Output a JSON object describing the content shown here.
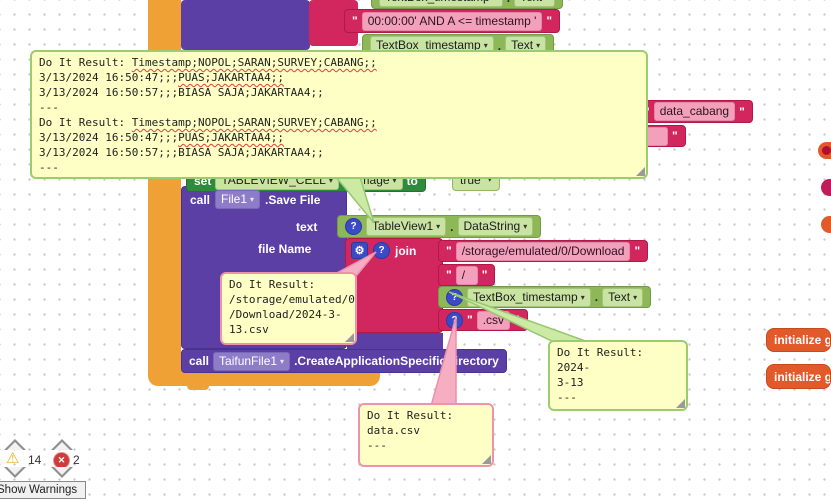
{
  "glyphs": {
    "quote": "\"",
    "dot": ".",
    "dd": "▾",
    "gear": "⚙",
    "help": "?",
    "warning": "⚠",
    "error": "✕",
    "empty": ""
  },
  "blocks": {
    "getter_top_a": {
      "component": "TextBox_timestamp",
      "property": "Text"
    },
    "text_condition": {
      "value": "00:00:00' AND A <= timestamp '"
    },
    "getter_top_b": {
      "component": "TextBox_timestamp",
      "property": "Text"
    },
    "set_tableview": {
      "set_label": "set",
      "component": "TABLEVIEW_CELL",
      "property": "Image",
      "to_label": "to",
      "value": "true"
    },
    "call_savefile": {
      "call_label": "call",
      "component": "File1",
      "method": ".Save File",
      "socket_text": "text",
      "socket_filename": "file Name"
    },
    "getter_tableview": {
      "component": "TableView1",
      "property": "DataString"
    },
    "join": {
      "label": "join"
    },
    "text_download": {
      "value": "/storage/emulated/0/Download"
    },
    "text_slash": {
      "value": "/"
    },
    "getter_textbox": {
      "component": "TextBox_timestamp",
      "property": "Text"
    },
    "text_csv": {
      "value": ".csv"
    },
    "call_taifun": {
      "call_label": "call",
      "component": "TaifunFile1",
      "method": ".CreateApplicationSpecificDirectory"
    },
    "text_data_cabang": {
      "value": "data_cabang"
    },
    "init_global_a": {
      "label": "initialize gl"
    },
    "init_global_b": {
      "label": "initialize gl"
    }
  },
  "tooltips": {
    "results_big": {
      "lines": [
        {
          "pre": "Do It Result: ",
          "wavy": "Timestamp;NOPOL;SARAN;SURVEY;CABANG;;"
        },
        {
          "pre": "3/13/2024 16:50:47;;;",
          "wavy": "PUAS;JAKARTAA4;;"
        },
        {
          "pre": "3/13/2024 16:50:57;;;BIASA SAJA;JAKARTAA4;;",
          "wavy": ""
        },
        {
          "pre": "---",
          "wavy": ""
        },
        {
          "pre": "Do It Result: ",
          "wavy": "Timestamp;NOPOL;SARAN;SURVEY;CABANG;;"
        },
        {
          "pre": "3/13/2024 16:50:47;;;",
          "wavy": "PUAS;JAKARTAA4;;"
        },
        {
          "pre": "3/13/2024 16:50:57;;;BIASA SAJA;JAKARTAA4;;",
          "wavy": ""
        },
        {
          "pre": "---",
          "wavy": ""
        }
      ]
    },
    "result_path": {
      "text": "Do It Result:\n/storage/emulated/0\n/Download/2024-3-\n13.csv"
    },
    "result_date": {
      "text": "Do It Result: 2024-\n3-13\n---"
    },
    "result_filename": {
      "text": "Do It Result:\ndata.csv\n---"
    }
  },
  "status": {
    "warning_count": "14",
    "error_count": "2",
    "show_warnings_label": "Show Warnings"
  }
}
